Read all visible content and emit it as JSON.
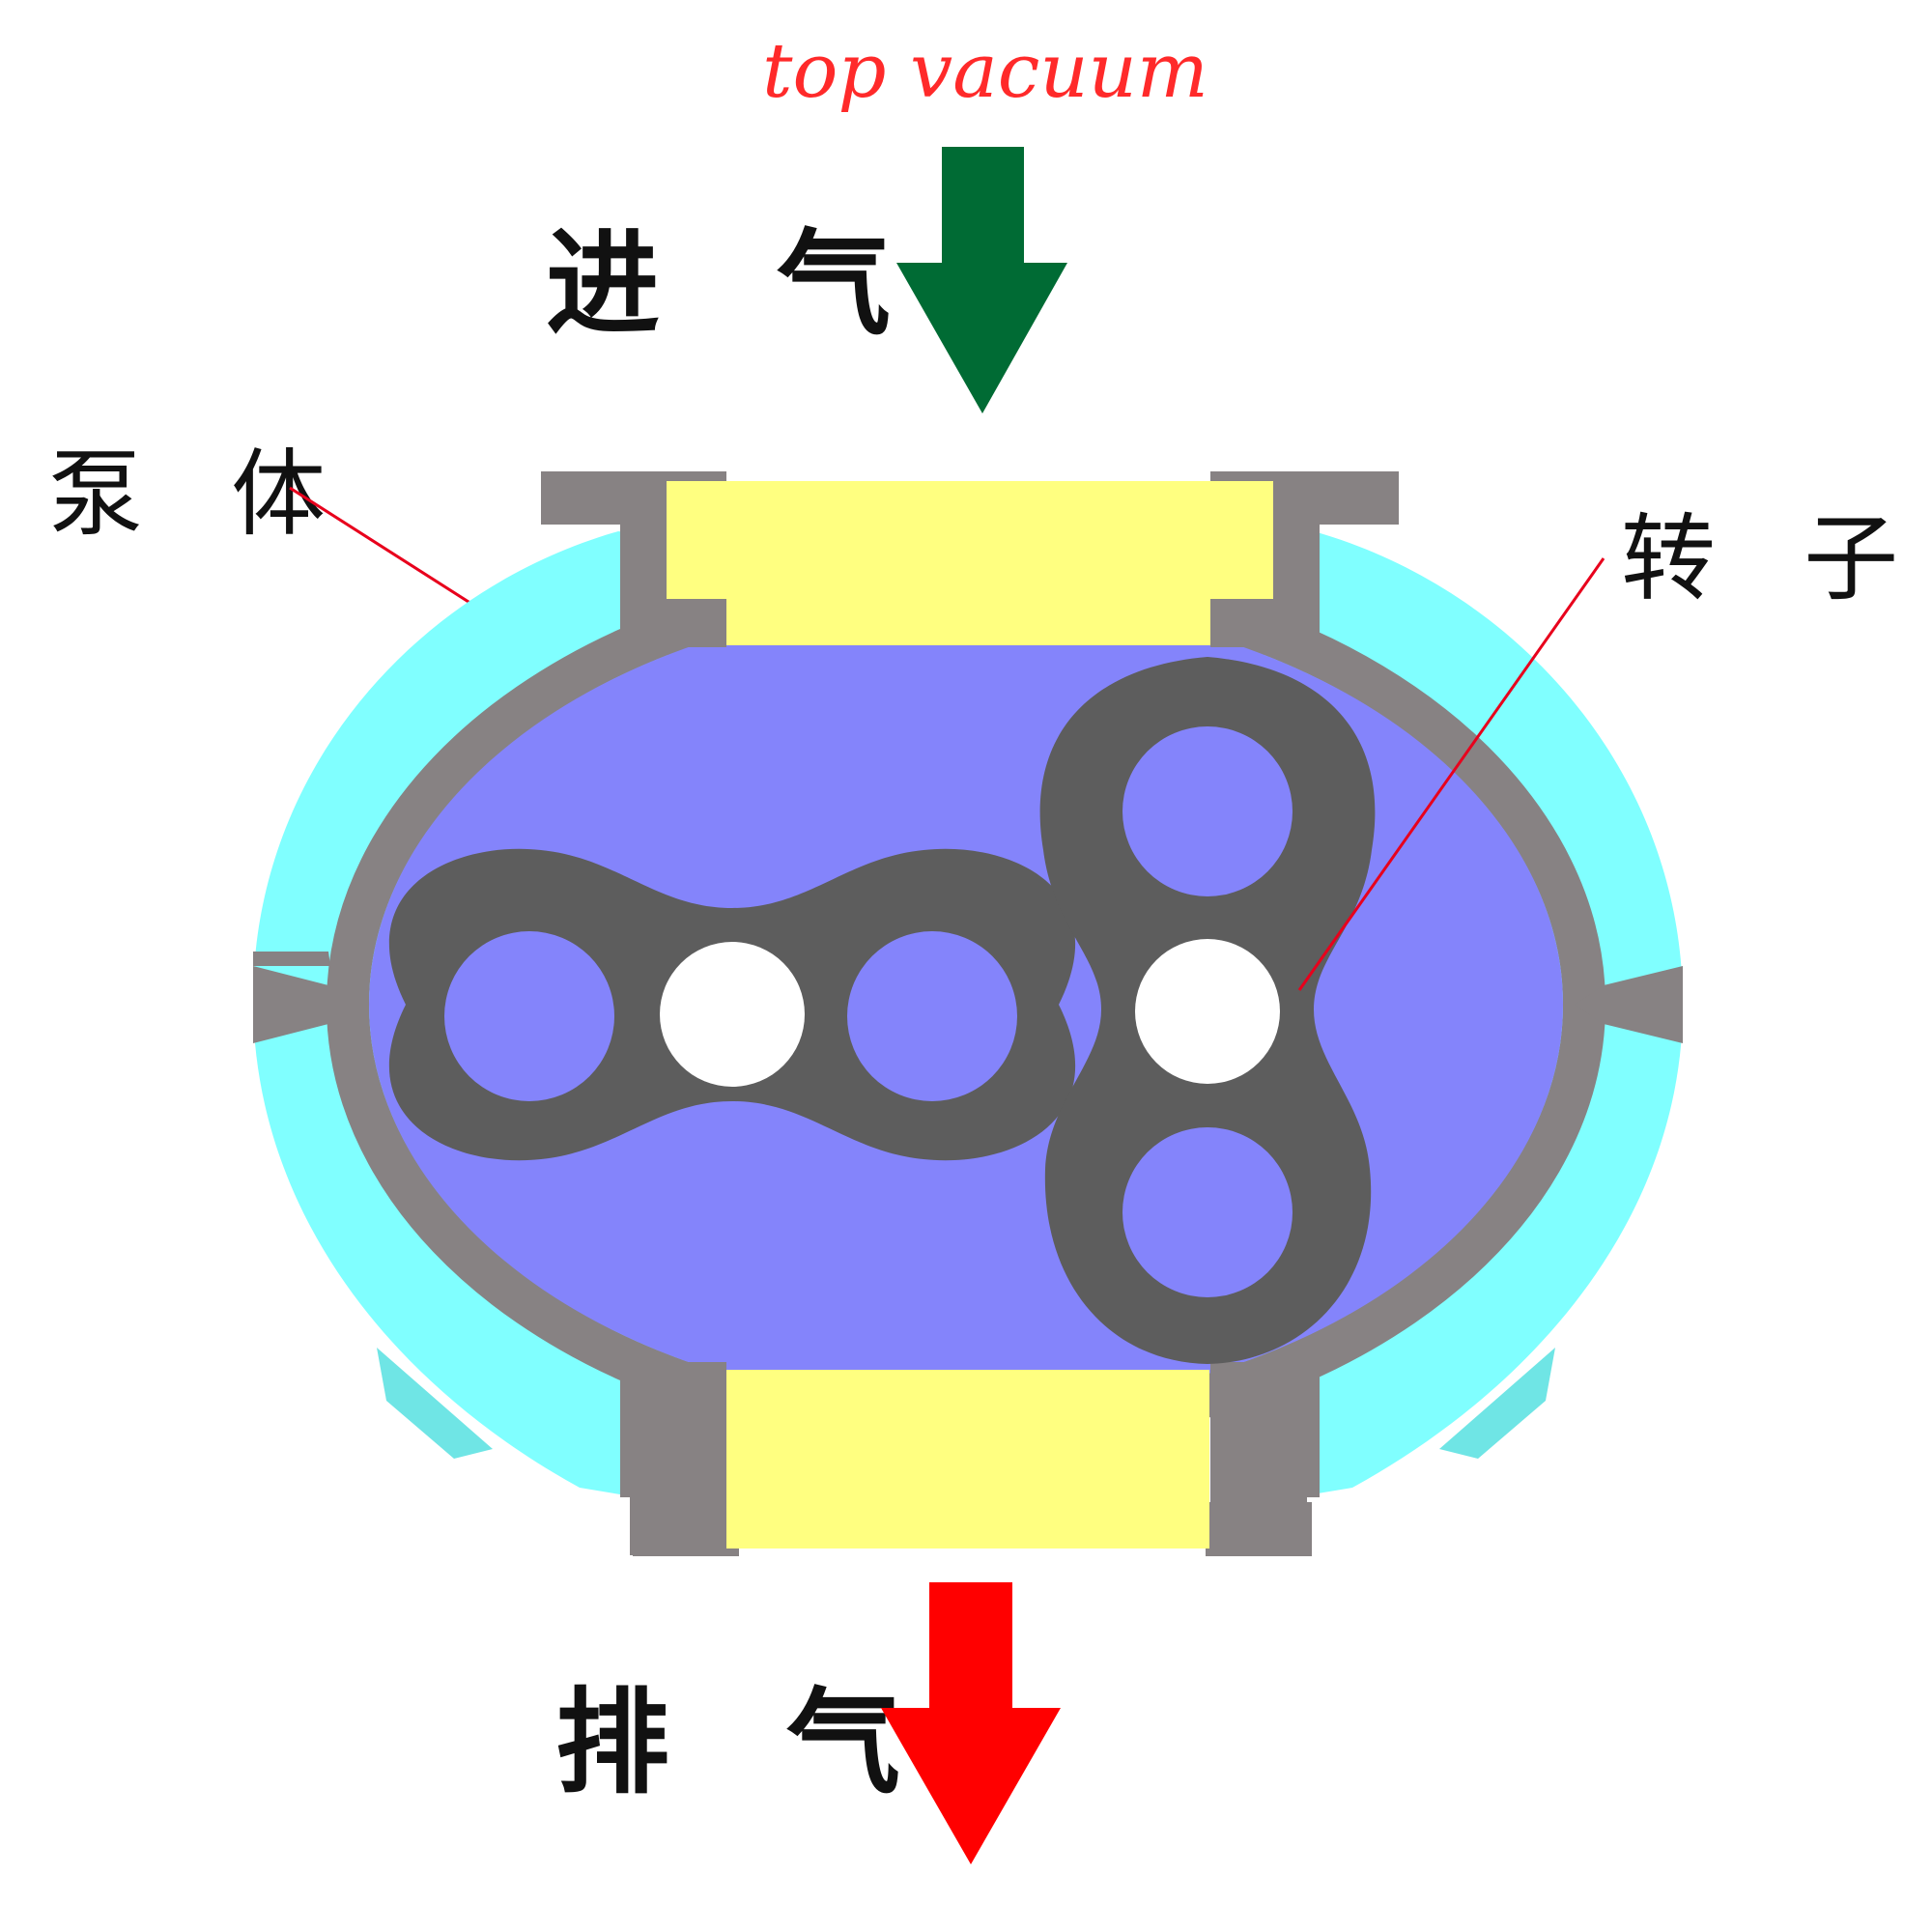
{
  "watermark": {
    "text": "top vacuum",
    "color": "#ff2a2a"
  },
  "labels": {
    "intake": "进 气",
    "exhaust": "排 气",
    "pump_body": "泵 体",
    "rotor": "转 子"
  },
  "colors": {
    "intake_arrow": "#006b34",
    "exhaust_arrow": "#ff0000",
    "leader_line": "#e8001c",
    "housing": "#878283",
    "cooling_jacket": "#80ffff",
    "port_insert": "#ffff80",
    "chamber": "#8484fb",
    "rotor": "#5d5d5d",
    "shaft": "#ffffff",
    "text": "#111111"
  },
  "icons": {
    "intake_arrow": "arrow-down-icon",
    "exhaust_arrow": "arrow-down-icon"
  }
}
